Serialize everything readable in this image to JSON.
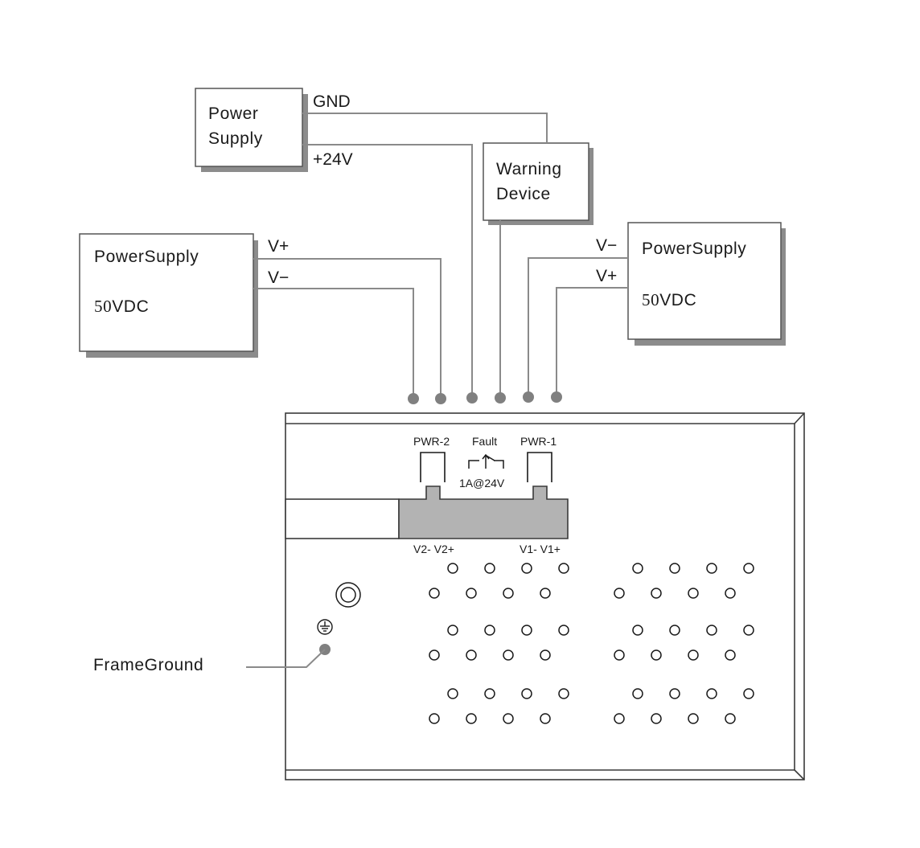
{
  "power_supply_top": {
    "line1": "Power",
    "line2": "Supply",
    "gnd_label": "GND",
    "v24_label": "+24V"
  },
  "warning_device": {
    "line1": "Warning",
    "line2": "Device"
  },
  "power_supply_left": {
    "name": "PowerSupply",
    "voltage_num": "50",
    "voltage_unit": "VDC",
    "vplus_label": "V+",
    "vminus_label": "V−"
  },
  "power_supply_right": {
    "name": "PowerSupply",
    "voltage_num": "50",
    "voltage_unit": "VDC",
    "vminus_label": "V−",
    "vplus_label": "V+"
  },
  "terminal": {
    "pwr2_label": "PWR-2",
    "fault_label": "Fault",
    "pwr1_label": "PWR-1",
    "relay_rating": "1A@24V",
    "left_pins_label": "V2- V2+",
    "right_pins_label": "V1- V1+"
  },
  "frame_ground": {
    "label": "FrameGround"
  },
  "colors": {
    "wire": "#8a8a8a",
    "terminal_block": "#b3b3b3",
    "shadow": "#8c8c8c",
    "stroke": "#555555"
  }
}
